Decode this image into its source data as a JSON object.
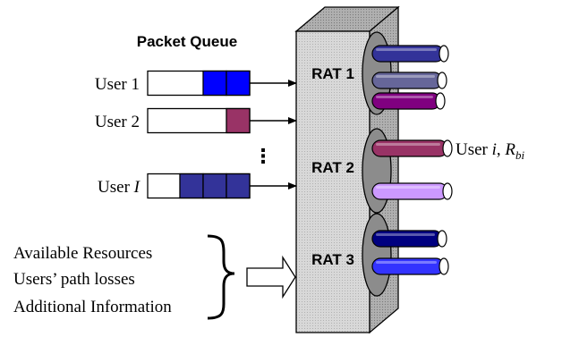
{
  "title": "Packet Queue",
  "users": [
    {
      "label_prefix": "User",
      "label_index": "1",
      "italic_index": false,
      "segments": [
        {
          "color": "#0000ff"
        },
        {
          "color": "#0000ff"
        }
      ]
    },
    {
      "label_prefix": "User",
      "label_index": "2",
      "italic_index": false,
      "segments": [
        {
          "color": "#993366"
        }
      ]
    },
    {
      "label_prefix": "User",
      "label_index": "I",
      "italic_index": true,
      "segments": [
        {
          "color": "#333399"
        },
        {
          "color": "#333399"
        },
        {
          "color": "#333399"
        }
      ]
    }
  ],
  "ellipsis": "⋮",
  "rats": [
    {
      "label": "RAT 1",
      "tubes": [
        {
          "color": "#333399"
        },
        {
          "color": "#666699"
        },
        {
          "color": "#800080"
        }
      ]
    },
    {
      "label": "RAT 2",
      "tubes": [
        {
          "color": "#993366"
        },
        {
          "color": "#cc99ff"
        }
      ]
    },
    {
      "label": "RAT 3",
      "tubes": [
        {
          "color": "#000080"
        },
        {
          "color": "#3333ff"
        }
      ]
    }
  ],
  "user_rate_label": {
    "prefix": "User ",
    "index": "i",
    "separator": ", ",
    "symbol": "R",
    "subscript": "bi"
  },
  "info_lines": [
    "Available Resources",
    "Users’ path losses",
    "Additional Information"
  ],
  "colors": {
    "box_face": "#d4d4d4",
    "box_side": "#a6a6a6",
    "box_top": "#bdbdbd",
    "port_fill": "#8c8c8c",
    "port_stroke": "#000000",
    "queue_stroke": "#000000"
  }
}
